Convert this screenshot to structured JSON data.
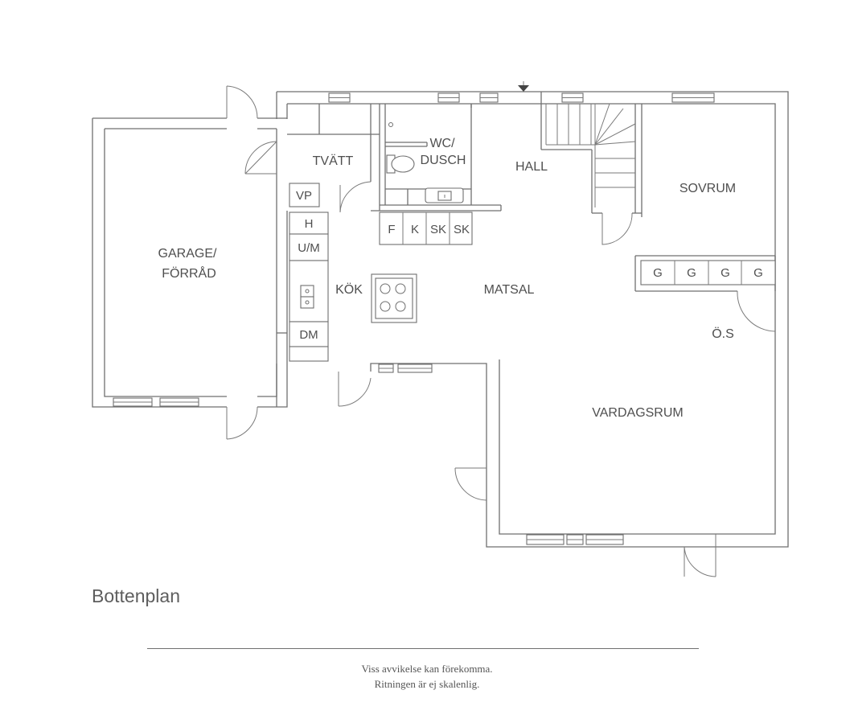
{
  "rooms": {
    "garage_line1": "GARAGE/",
    "garage_line2": "FÖRRÅD",
    "tvatt": "TVÄTT",
    "wc_line1": "WC/",
    "wc_line2": "DUSCH",
    "hall": "HALL",
    "sovrum": "SOVRUM",
    "kok": "KÖK",
    "matsal": "MATSAL",
    "os": "Ö.S",
    "vardagsrum": "VARDAGSRUM"
  },
  "fixtures": {
    "vp": "VP",
    "h": "H",
    "um": "U/M",
    "dm": "DM",
    "f": "F",
    "k": "K",
    "sk1": "SK",
    "sk2": "SK",
    "g1": "G",
    "g2": "G",
    "g3": "G",
    "g4": "G"
  },
  "title": "Bottenplan",
  "disclaimer": {
    "line1": "Viss avvikelse kan förekomma.",
    "line2": "Ritningen är ej skalenlig."
  }
}
